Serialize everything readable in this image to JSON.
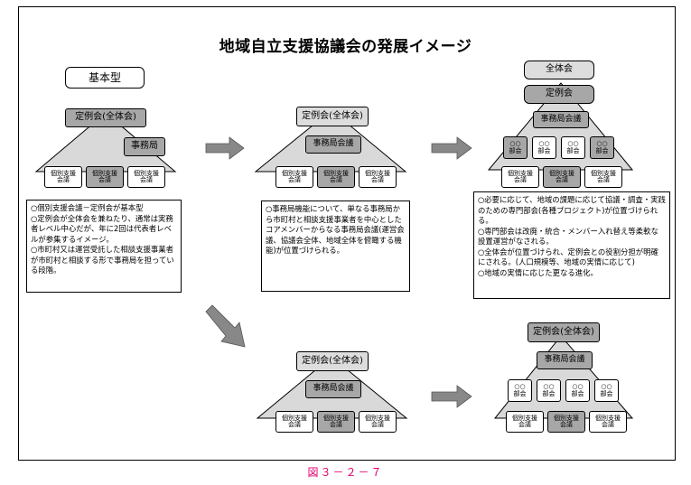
{
  "title": "地域自立支援協議会の発展イメージ",
  "caption": "図３－２－７",
  "stage1": {
    "type_label": "基本型",
    "plenary": "定例会(全体会)",
    "secretariat": "事務局",
    "individual": [
      "個別支援\n会議",
      "個別支援\n会議",
      "個別支援\n会議"
    ],
    "description": [
      "○個別支援会議－定例会が基本型",
      "○定例会が全体会を兼ねたり、通常は実務者レベル中心だが、年に2回は代表者レベルが参集するイメージ。",
      "○市町村又は運営受託した相談支援事業者が市町村と相談する形で事務局を担っている段階。"
    ]
  },
  "stage2": {
    "plenary": "定例会(全体会)",
    "secretariat_meeting": "事務局会議",
    "individual": [
      "個別支援\n会議",
      "個別支援\n会議",
      "個別支援\n会議"
    ],
    "description": [
      "○事務局機能について、単なる事務局から市町村と相談支援事業者を中心としたコアメンバーからなる事務局会議(運営会議、協議会全体、地域全体を俯瞰する機能)が位置づけられる。"
    ]
  },
  "stage3": {
    "general_assembly": "全体会",
    "regular_meeting": "定例会",
    "secretariat_meeting": "事務局会議",
    "subcommittees": [
      {
        "top": "○○",
        "bottom": "部会"
      },
      {
        "top": "○○",
        "bottom": "部会"
      },
      {
        "top": "○○",
        "bottom": "部会"
      },
      {
        "top": "○○",
        "bottom": "部会"
      }
    ],
    "individual": [
      "個別支援\n会議",
      "個別支援\n会議",
      "個別支援\n会議"
    ],
    "description": [
      "○必要に応じて、地域の課題に応じて協議・調査・実践のための専門部会(各種プロジェクト)が位置づけられる。",
      "○専門部会は改廃・統合・メンバー入れ替え等柔軟な設置運営がなされる。",
      "○全体会が位置づけられ、定例会との役割分担が明確にされる。(人口規模等、地域の実情に応じて)",
      "○地域の実情に応じた更なる進化。"
    ]
  },
  "stage4": {
    "plenary": "定例会(全体会)",
    "secretariat_meeting": "事務局会議",
    "individual": [
      "個別支援\n会議",
      "個別支援\n会議",
      "個別支援\n会議"
    ]
  },
  "stage5": {
    "plenary": "定例会(全体会)",
    "secretariat_meeting": "事務局会議",
    "subcommittees": [
      {
        "top": "○○",
        "bottom": "部会"
      },
      {
        "top": "○○",
        "bottom": "部会"
      },
      {
        "top": "○○",
        "bottom": "部会"
      },
      {
        "top": "○○",
        "bottom": "部会"
      }
    ],
    "individual": [
      "個別支援\n会議",
      "個別支援\n会議",
      "個別支援\n会議"
    ]
  },
  "colors": {
    "pyramid_fill": "#d9d9d9",
    "box_gray": "#a7a7a7",
    "arrow_fill": "#888888",
    "caption_color": "#e0006e"
  }
}
